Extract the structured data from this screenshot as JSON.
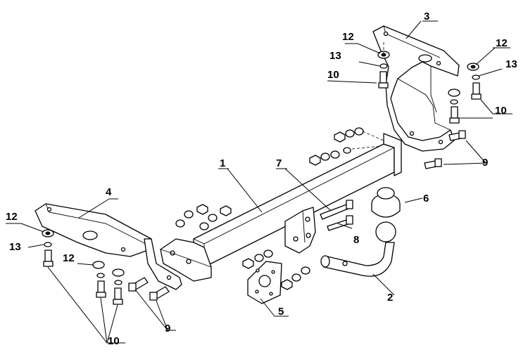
{
  "callouts": {
    "c1": "1",
    "c2": "2",
    "c3": "3",
    "c4": "4",
    "c5": "5",
    "c6": "6",
    "c7": "7",
    "c8": "8",
    "c9_left": "9",
    "c9_right": "9",
    "c10_left": "10",
    "c10_right_top": "10",
    "c10_right_bottom": "10",
    "c12_left_top": "12",
    "c12_left_mid": "12",
    "c12_right_a": "12",
    "c12_right_b": "12",
    "c13_left": "13",
    "c13_right_a": "13",
    "c13_right_b": "13"
  }
}
